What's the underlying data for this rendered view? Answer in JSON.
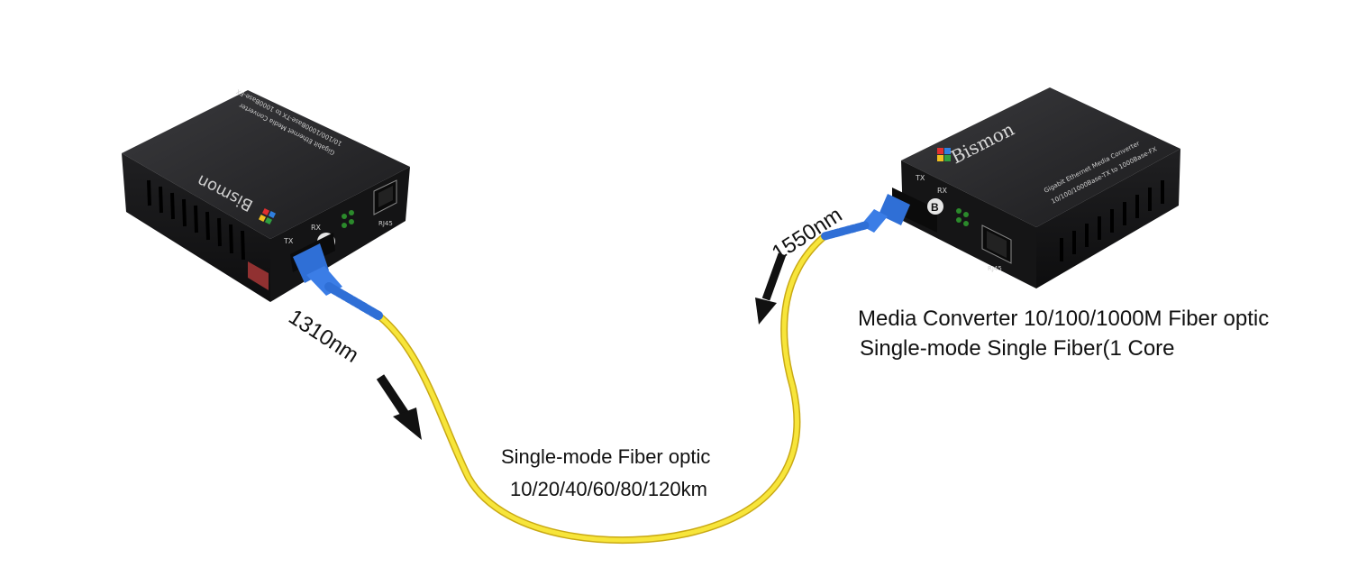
{
  "wavelength_a": "1310nm",
  "wavelength_b": "1550nm",
  "fiber": {
    "line1": "Single-mode Fiber optic",
    "line2": "10/20/40/60/80/120km"
  },
  "converter": {
    "line1": "Media Converter 10/100/1000M Fiber optic",
    "line2": "Single-mode Single Fiber(1 Core"
  },
  "device": {
    "brand": "Bismon",
    "model_text": "Gigabit Ethernet Media Converter",
    "spec_text": "10/100/1000Base-TX to 1000Base-FX",
    "port_tx": "TX",
    "port_rx": "RX",
    "port_rj45": "RJ45",
    "side_a": "A",
    "side_b": "B"
  },
  "colors": {
    "fiber_cable": "#f5df2c",
    "connector": "#2f6fd6",
    "device_body": "#1c1c1e",
    "arrow": "#111111"
  }
}
